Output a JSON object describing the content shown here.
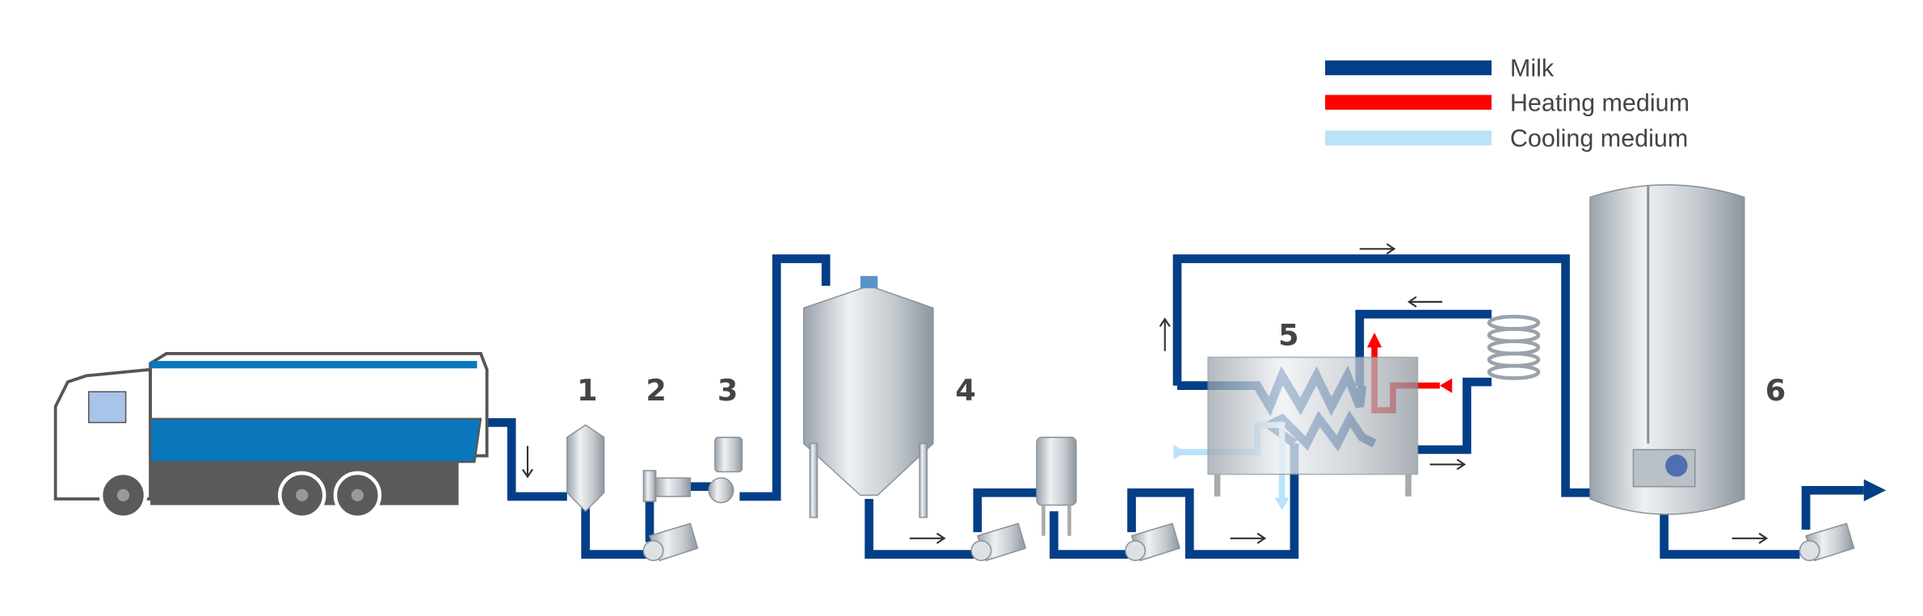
{
  "legend": {
    "items": [
      {
        "label": "Milk",
        "color": "#033f87"
      },
      {
        "label": "Heating medium",
        "color": "#ff0000"
      },
      {
        "label": "Cooling medium",
        "color": "#b8e3f8"
      }
    ]
  },
  "stations": [
    "1",
    "2",
    "3",
    "4",
    "5",
    "6"
  ],
  "colors": {
    "truck_blue": "#0a77bd",
    "truck_dark": "#5a5a5a",
    "steel": "#c9ced3"
  }
}
